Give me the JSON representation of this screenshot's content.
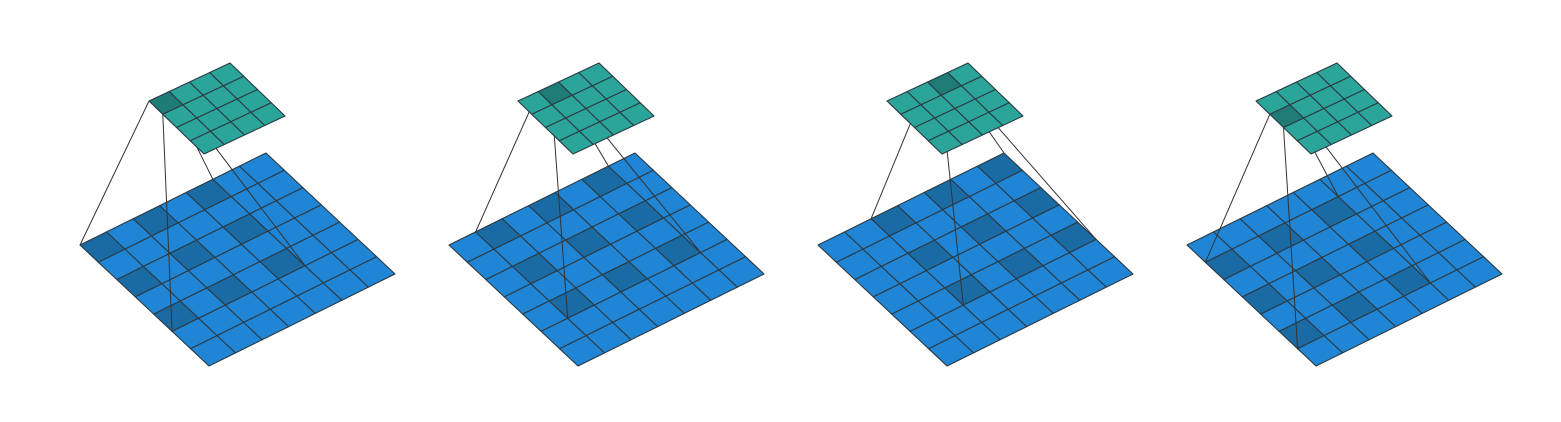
{
  "diagram": {
    "type": "dilated-convolution-illustration",
    "input_grid_size": 7,
    "kernel_grid_size": 4,
    "kernel_size": 3,
    "dilation": 2,
    "colors": {
      "input": "#2185D5",
      "input_highlight": "#1A6AA3",
      "output": "#2BA59A",
      "output_highlight": "#1E7B76",
      "stroke": "#2B3A44",
      "connector": "#333333"
    },
    "panels": [
      {
        "active_output": [
          0,
          0
        ],
        "receptive_field_origin": [
          0,
          0
        ]
      },
      {
        "active_output": [
          0,
          1
        ],
        "receptive_field_origin": [
          0,
          1
        ]
      },
      {
        "active_output": [
          0,
          2
        ],
        "receptive_field_origin": [
          0,
          2
        ]
      },
      {
        "active_output": [
          1,
          0
        ],
        "receptive_field_origin": [
          1,
          0
        ]
      }
    ]
  }
}
